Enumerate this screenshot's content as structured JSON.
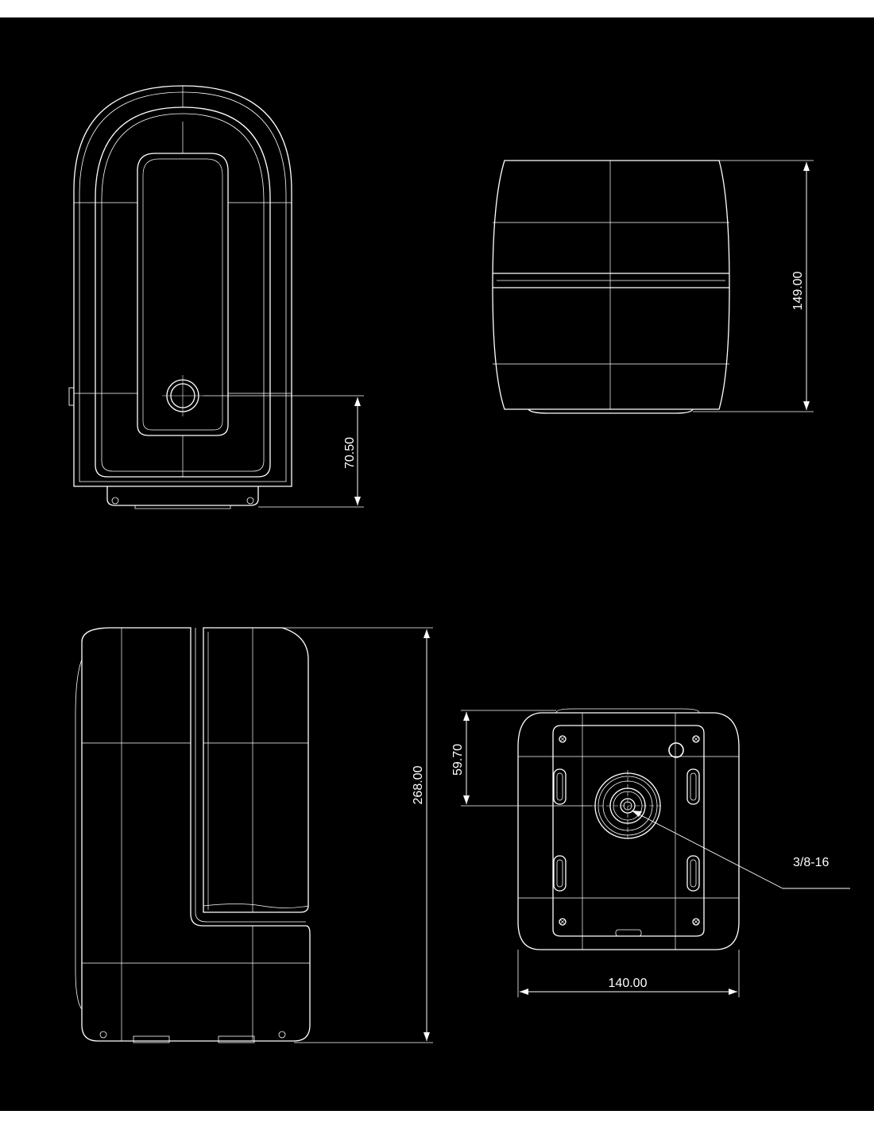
{
  "colors": {
    "page": "#ffffff",
    "sheet": "#000000",
    "line": "#ffffff"
  },
  "views": {
    "front": {
      "name": "front-view",
      "dimension": "70.50"
    },
    "side": {
      "name": "side-view",
      "dimension": "149.00"
    },
    "profile": {
      "name": "profile-view",
      "dimension": "268.00"
    },
    "bottom": {
      "name": "bottom-view",
      "dimension_v": "59.70",
      "dimension_h": "140.00",
      "callout": "3/8-16"
    }
  }
}
